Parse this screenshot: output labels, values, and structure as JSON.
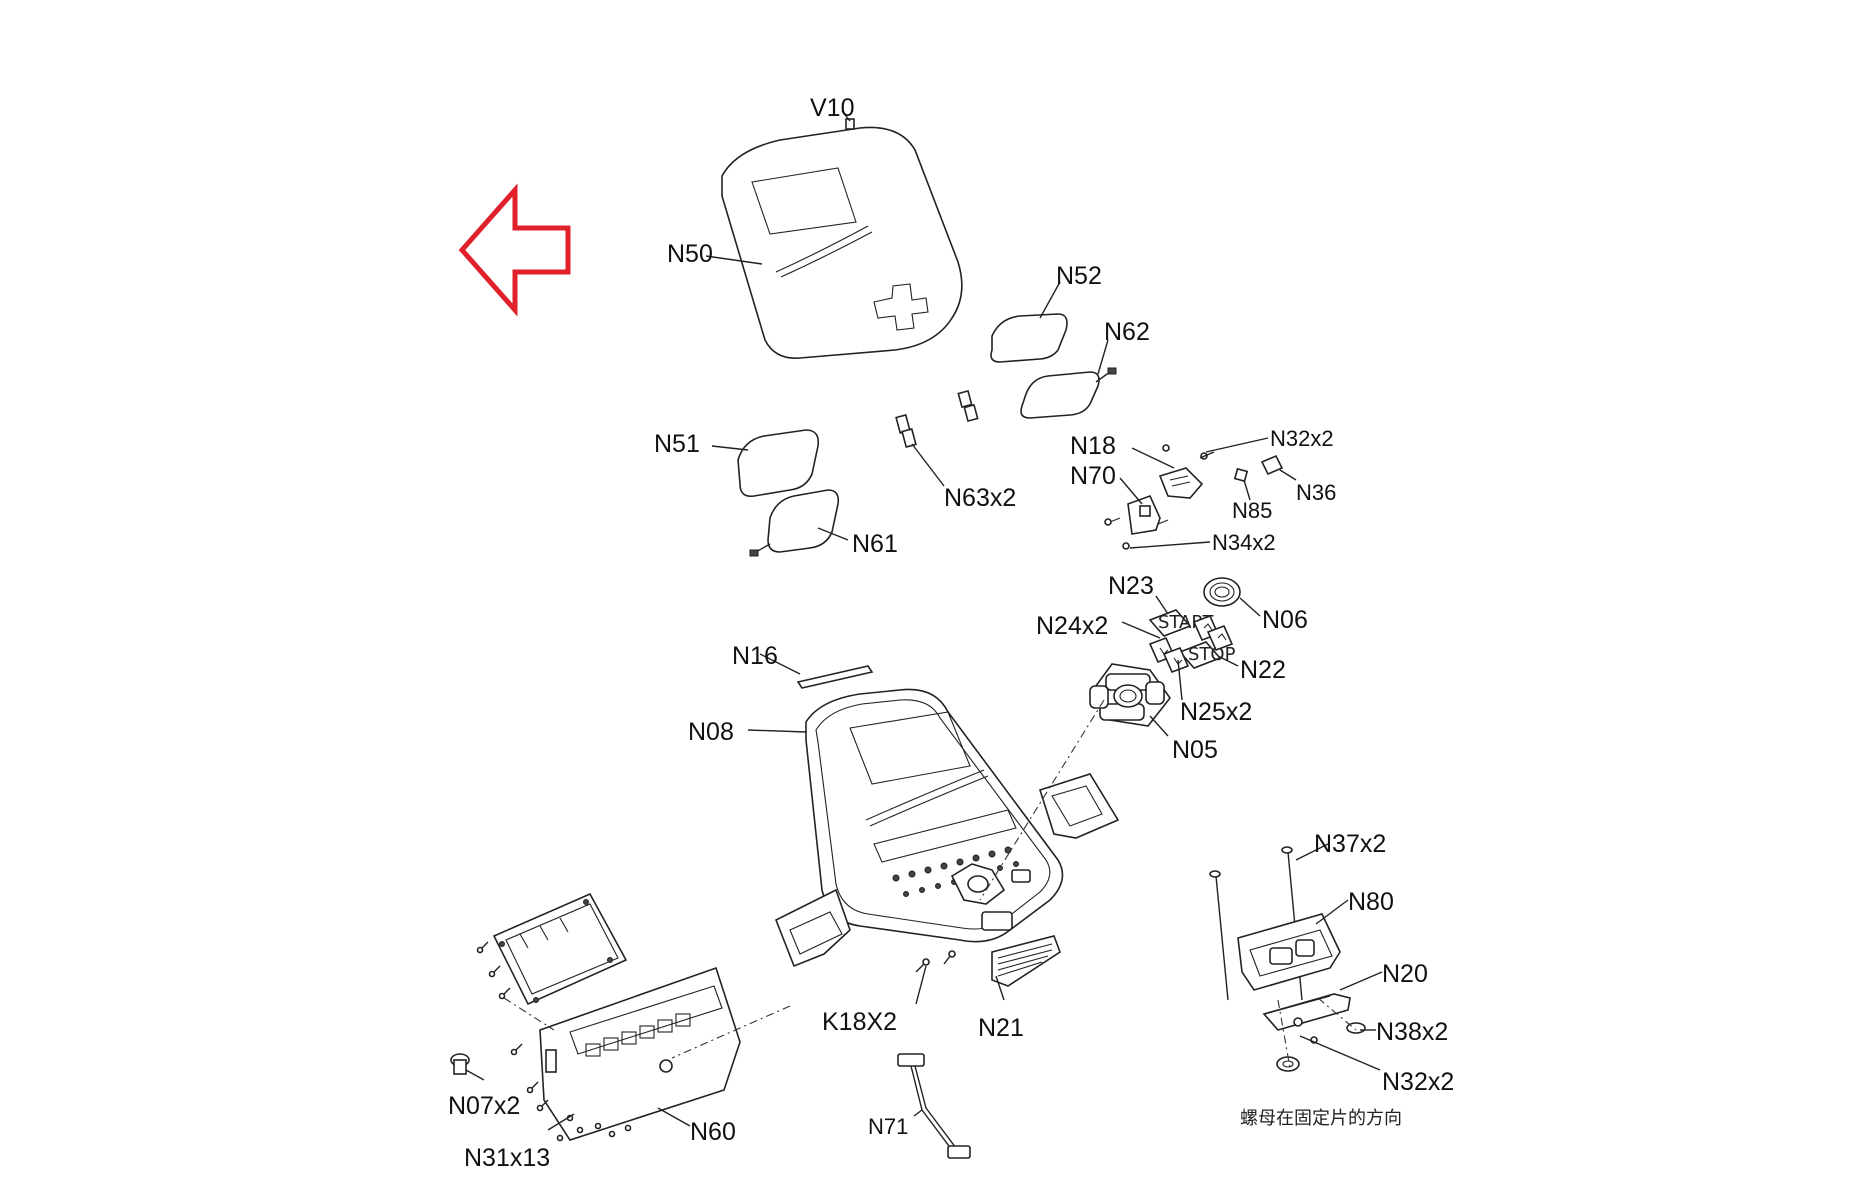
{
  "highlight_color": "#e0202a",
  "labels": {
    "v10": "V10",
    "n50": "N50",
    "n52": "N52",
    "n62": "N62",
    "n51": "N51",
    "n63": "N63x2",
    "n61": "N61",
    "n18": "N18",
    "n70": "N70",
    "n32_top": "N32x2",
    "n36": "N36",
    "n85": "N85",
    "n34": "N34x2",
    "n23": "N23",
    "n06": "N06",
    "n24": "N24x2",
    "n22": "N22",
    "n25": "N25x2",
    "n05": "N05",
    "n16": "N16",
    "n08": "N08",
    "n37": "N37x2",
    "n80": "N80",
    "n20": "N20",
    "n38": "N38x2",
    "n32_bottom": "N32x2",
    "k18": "K18X2",
    "n21": "N21",
    "n07": "N07x2",
    "n60": "N60",
    "n31": "N31x13",
    "n71": "N71"
  },
  "note_text": "螺母在固定片的方向",
  "key_labels": {
    "start": "START",
    "stop": "STOP"
  }
}
